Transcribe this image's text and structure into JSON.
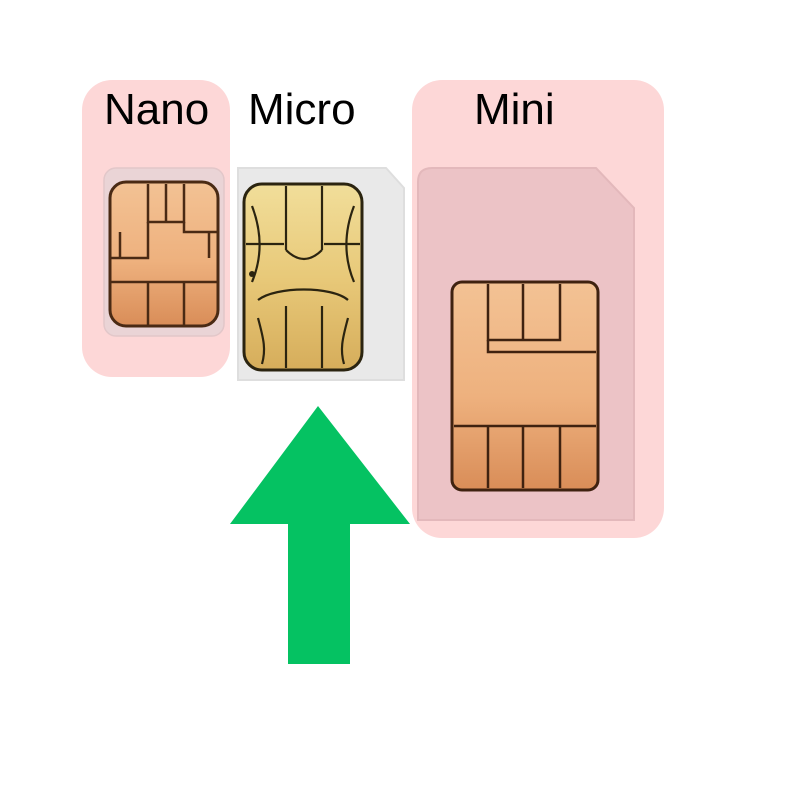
{
  "labels": {
    "nano": "Nano",
    "micro": "Micro",
    "mini": "Mini"
  },
  "colors": {
    "highlight_panel": "#fdd7d7",
    "mini_card": "#ecc3c6",
    "nano_card": "#ead4d6",
    "micro_card": "#e9e9e9",
    "chip_orange": "#eeb17e",
    "chip_gold": "#e8c979",
    "chip_line": "#4a2a14",
    "arrow": "#05c262"
  },
  "arrow": {
    "direction": "up",
    "points_to": "micro"
  }
}
